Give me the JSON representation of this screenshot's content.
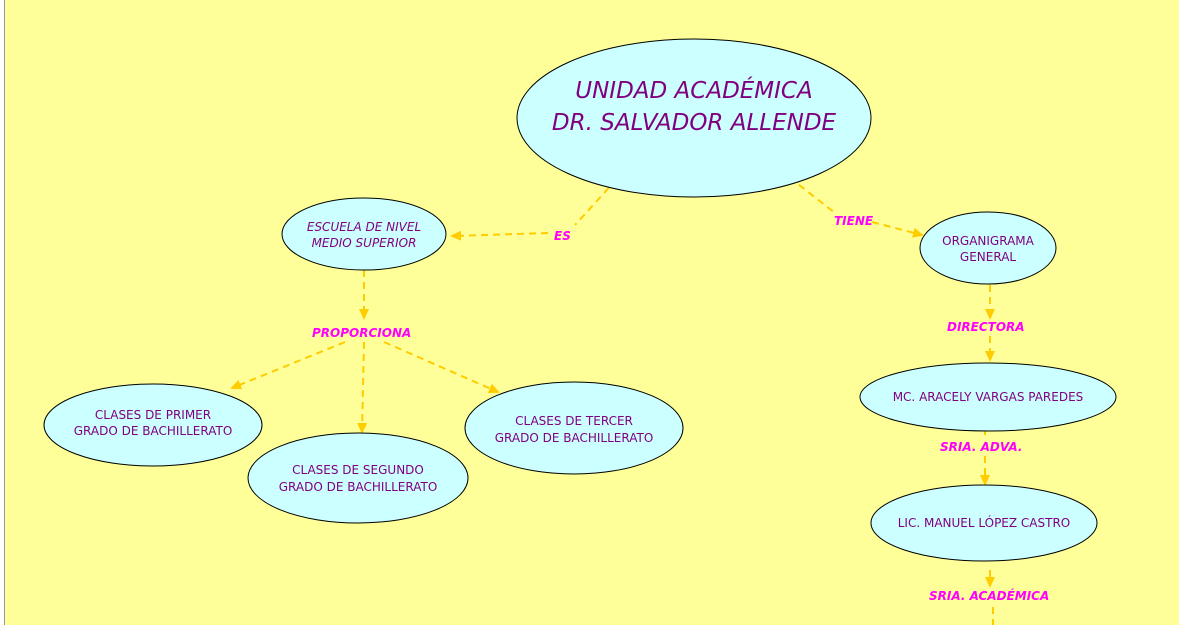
{
  "colors": {
    "background": "#ffff99",
    "node_fill": "#ccffff",
    "node_stroke": "#000000",
    "node_text": "#800080",
    "link_text": "#ff00ff",
    "arrow": "#ffcc00"
  },
  "nodes": {
    "root": {
      "line1": "UNIDAD ACADÉMICA",
      "line2": "DR. SALVADOR ALLENDE"
    },
    "escuela": {
      "line1": "ESCUELA DE NIVEL",
      "line2": "MEDIO SUPERIOR"
    },
    "organigrama": {
      "line1": "ORGANIGRAMA",
      "line2": "GENERAL"
    },
    "primer": {
      "line1": "CLASES DE PRIMER",
      "line2": "GRADO DE BACHILLERATO"
    },
    "segundo": {
      "line1": "CLASES DE SEGUNDO",
      "line2": "GRADO DE BACHILLERATO"
    },
    "tercer": {
      "line1": "CLASES DE TERCER",
      "line2": "GRADO DE BACHILLERATO"
    },
    "directora": {
      "line1": "MC. ARACELY VARGAS PAREDES"
    },
    "sria_adva": {
      "line1": "LIC. MANUEL LÓPEZ CASTRO"
    }
  },
  "links": {
    "es": "ES",
    "tiene": "TIENE",
    "proporciona": "PROPORCIONA",
    "directora": "DIRECTORA",
    "sria_adva": "SRIA. ADVA.",
    "sria_academica": "SRIA. ACADÉMICA"
  }
}
